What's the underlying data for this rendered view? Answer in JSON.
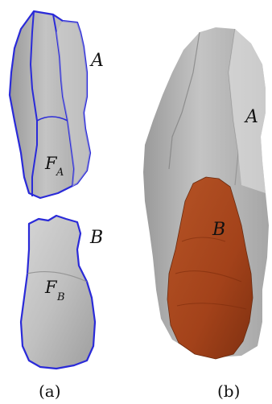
{
  "panel_a": {
    "label_A": "A",
    "label_FA_main": "F",
    "label_FA_sub": "A",
    "label_B": "B",
    "label_FB_main": "F",
    "label_FB_sub": "B",
    "caption": "(a)"
  },
  "panel_b": {
    "label_A": "A",
    "label_B": "B",
    "caption": "(b)"
  },
  "colors": {
    "outline": "#2a2ad8",
    "stone": "#b9b9b9",
    "stone_dark": "#8f8f8f",
    "fragment": "#a8451c"
  }
}
